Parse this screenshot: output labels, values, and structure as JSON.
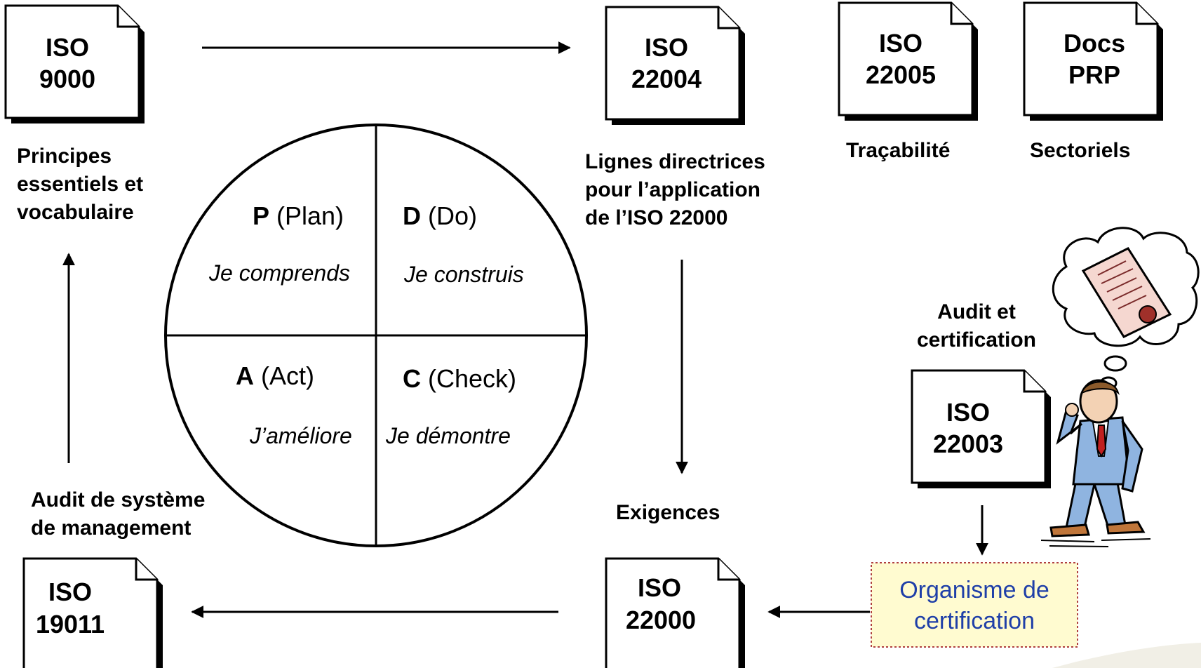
{
  "documents": {
    "iso9000": [
      "ISO",
      "9000"
    ],
    "iso22004": [
      "ISO",
      "22004"
    ],
    "iso22005": [
      "ISO",
      "22005"
    ],
    "docs_prp": [
      "Docs",
      "PRP"
    ],
    "iso22003": [
      "ISO",
      "22003"
    ],
    "iso19011": [
      "ISO",
      "19011"
    ],
    "iso22000": [
      "ISO",
      "22000"
    ]
  },
  "captions": {
    "principes": [
      "Principes",
      "essentiels et",
      "vocabulaire"
    ],
    "lignes": [
      "Lignes directrices",
      "pour l’application",
      "de l’ISO 22000"
    ],
    "tracabilite": "Traçabilité",
    "sectoriels": "Sectoriels",
    "audit_certification": [
      "Audit et",
      "certification"
    ],
    "audit_systeme": [
      "Audit de système",
      "de management"
    ],
    "exigences": "Exigences"
  },
  "pdca": {
    "plan": {
      "letter": "P",
      "word": "(Plan)",
      "verb": "Je comprends"
    },
    "do": {
      "letter": "D",
      "word": "(Do)",
      "verb": "Je construis"
    },
    "act": {
      "letter": "A",
      "word": "(Act)",
      "verb": "J’améliore"
    },
    "check": {
      "letter": "C",
      "word": "(Check)",
      "verb": "Je démontre"
    }
  },
  "organisme": [
    "Organisme de",
    "certification"
  ],
  "colors": {
    "organisme_text": "#1f3fa8",
    "organisme_fill": "#fffbd0",
    "organisme_border": "#b04040"
  },
  "icons": [
    "thinking-businessman-illustration",
    "certificate-thought-bubble"
  ]
}
